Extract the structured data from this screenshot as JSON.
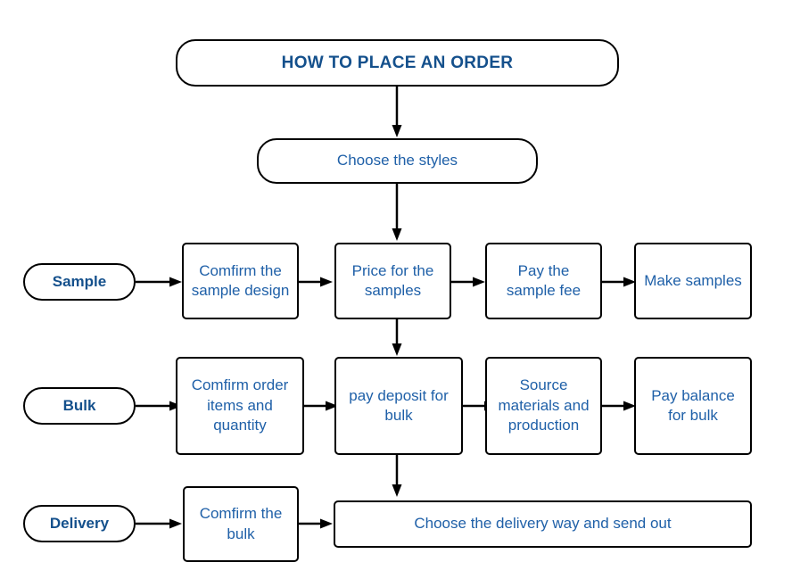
{
  "diagram": {
    "title": "HOW TO PLACE AN ORDER",
    "colors": {
      "title_text": "#14508c",
      "body_text": "#1f60a8",
      "stroke": "#000000",
      "background": "#ffffff"
    },
    "start": {
      "label": "Choose the styles"
    },
    "rows": [
      {
        "key": "sample",
        "label": "Sample",
        "steps": [
          "Comfirm the sample design",
          "Price for the samples",
          "Pay the sample fee",
          "Make samples"
        ]
      },
      {
        "key": "bulk",
        "label": "Bulk",
        "steps": [
          "Comfirm order items and quantity",
          "pay deposit for bulk",
          "Source materials and production",
          "Pay balance for bulk"
        ]
      },
      {
        "key": "delivery",
        "label": "Delivery",
        "steps": [
          "Comfirm the bulk",
          "Choose the delivery way and send out"
        ]
      }
    ]
  }
}
